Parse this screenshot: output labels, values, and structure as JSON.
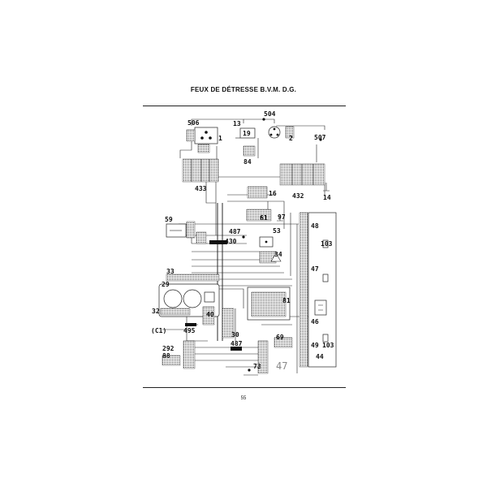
{
  "page": {
    "title": "FEUX DE DÉTRESSE B.V.M. D.G.",
    "page_number": "55"
  },
  "diagram": {
    "component_labels": {
      "c506": "506",
      "c504": "504",
      "c507": "507",
      "c13": "13",
      "c19": "19",
      "c1": "1",
      "c2": "2",
      "c84": "84",
      "c433": "433",
      "c432": "432",
      "c14": "14",
      "c16": "16",
      "c61": "61",
      "c97": "97",
      "c59": "59",
      "c487a": "487",
      "c430": "430",
      "c53": "53",
      "c48": "48",
      "c103a": "103",
      "c34": "34",
      "c47": "47",
      "c33": "33",
      "c29": "29",
      "c81": "81",
      "c32": "32",
      "c40": "40",
      "c30": "30",
      "c46": "46",
      "c495": "495",
      "c69": "69",
      "c49": "49",
      "c103b": "103",
      "c44": "44",
      "c292": "292",
      "c88": "88",
      "c487b": "487",
      "c73": "73",
      "c47b": "47",
      "cC1": "(C1)"
    }
  }
}
